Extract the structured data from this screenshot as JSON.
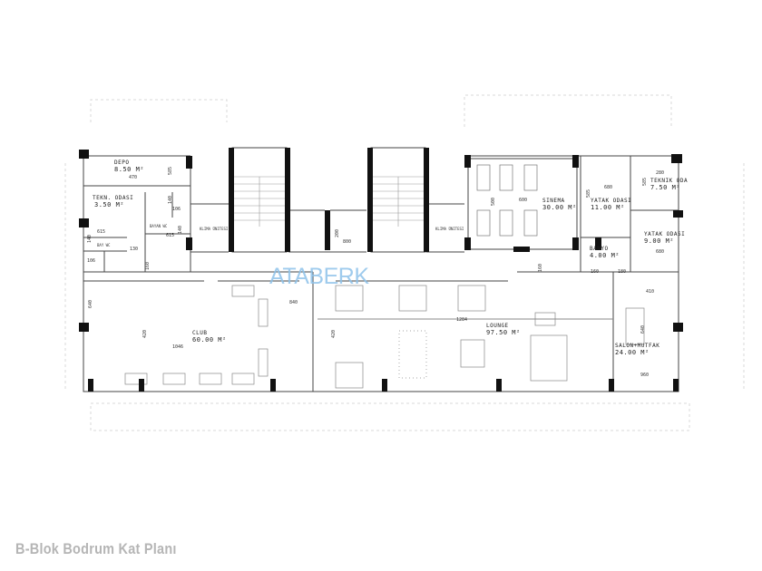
{
  "title": "B-Blok Bodrum Kat Planı",
  "watermark": "ATABERK",
  "rooms": {
    "depo": {
      "name": "DEPO",
      "area": "8.50 M²"
    },
    "teknik_left": {
      "name": "TEKN. ODASI",
      "area": "3.50 M²"
    },
    "bayan_wc": {
      "name": "BAYAN WC"
    },
    "bay_wc": {
      "name": "BAY WC"
    },
    "klima1": {
      "name": "KLIMA ÜNITESI"
    },
    "klima2": {
      "name": "KLIMA ÜNITESI"
    },
    "sinema": {
      "name": "SINEMA",
      "area": "30.00 M²"
    },
    "yatak1": {
      "name": "YATAK ODASI",
      "area": "11.00 M²"
    },
    "teknik_right": {
      "name": "TEKNIK ODA",
      "area": "7.50 M²"
    },
    "yatak2": {
      "name": "YATAK ODASI",
      "area": "9.00 M²"
    },
    "banyo": {
      "name": "BANYO",
      "area": "4.00 M²"
    },
    "club": {
      "name": "CLUB",
      "area": "60.00 M²"
    },
    "lounge": {
      "name": "LOUNGE",
      "area": "97.50 M²"
    },
    "salon": {
      "name": "SALON+MUTFAK",
      "area": "24.00 M²"
    }
  },
  "dimensions": {
    "d470": "470",
    "d585a": "585",
    "d106a": "106",
    "d140a": "140",
    "d615a": "615",
    "d615b": "615",
    "d130": "130",
    "d140b": "140",
    "d106b": "106",
    "d140c": "140",
    "d160a": "160",
    "d640a": "640",
    "d420a": "420",
    "d1046": "1046",
    "d840": "840",
    "d420b": "420",
    "d1284": "1284",
    "d600": "600",
    "d500": "500",
    "d200": "200",
    "d800": "800",
    "d160b": "160",
    "d680a": "680",
    "d585b": "585",
    "d280a": "280",
    "d585c": "585",
    "d680b": "680",
    "d160c": "160",
    "d180": "180",
    "d410": "410",
    "d960": "960",
    "d640b": "640"
  }
}
